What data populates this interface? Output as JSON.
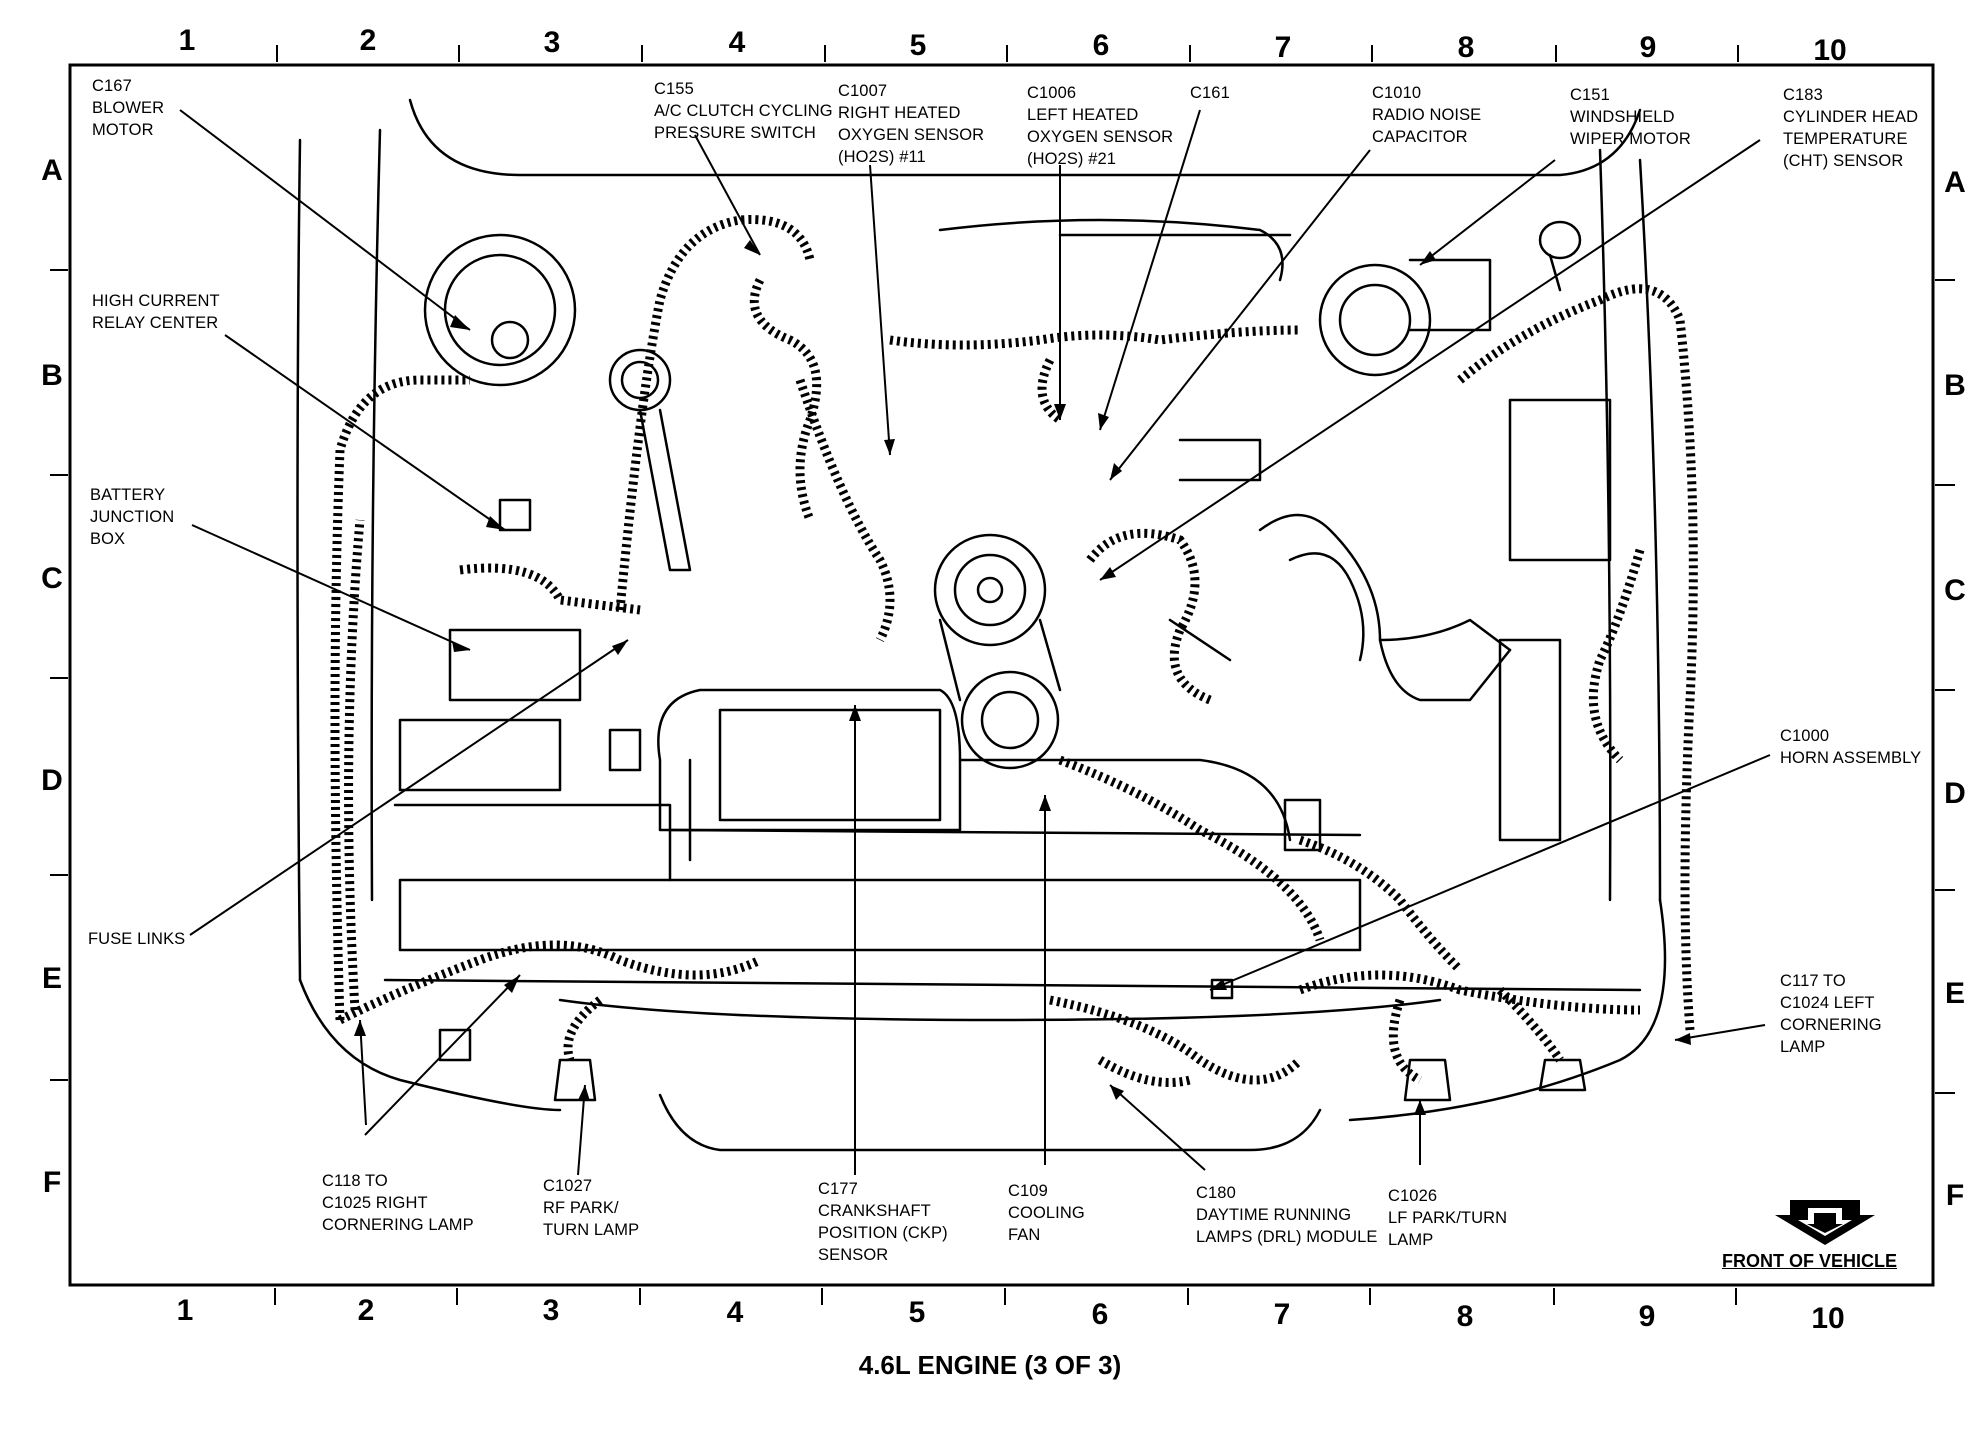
{
  "grid": {
    "columns": [
      "1",
      "2",
      "3",
      "4",
      "5",
      "6",
      "7",
      "8",
      "9",
      "10"
    ],
    "rows": [
      "A",
      "B",
      "C",
      "D",
      "E",
      "F"
    ]
  },
  "callouts": [
    {
      "id": "c167",
      "lines": [
        "C167",
        "BLOWER",
        "MOTOR"
      ]
    },
    {
      "id": "hcrc",
      "lines": [
        "HIGH CURRENT",
        "RELAY CENTER"
      ]
    },
    {
      "id": "bjb",
      "lines": [
        "BATTERY",
        "JUNCTION",
        "BOX"
      ]
    },
    {
      "id": "fuse",
      "lines": [
        "FUSE LINKS"
      ]
    },
    {
      "id": "c118",
      "lines": [
        "C118 TO",
        "C1025 RIGHT",
        "CORNERING LAMP"
      ]
    },
    {
      "id": "c1027",
      "lines": [
        "C1027",
        "RF PARK/",
        "TURN LAMP"
      ]
    },
    {
      "id": "c155",
      "lines": [
        "C155",
        "A/C CLUTCH CYCLING",
        "PRESSURE SWITCH"
      ]
    },
    {
      "id": "c1007",
      "lines": [
        "C1007",
        "RIGHT HEATED",
        "OXYGEN SENSOR",
        "(HO2S) #11"
      ]
    },
    {
      "id": "c1006",
      "lines": [
        "C1006",
        "LEFT HEATED",
        "OXYGEN SENSOR",
        "(HO2S) #21"
      ]
    },
    {
      "id": "c161",
      "lines": [
        "C161"
      ]
    },
    {
      "id": "c1010",
      "lines": [
        "C1010",
        "RADIO NOISE",
        "CAPACITOR"
      ]
    },
    {
      "id": "c151",
      "lines": [
        "C151",
        "WINDSHIELD",
        "WIPER MOTOR"
      ]
    },
    {
      "id": "c183",
      "lines": [
        "C183",
        "CYLINDER HEAD",
        "TEMPERATURE",
        "(CHT) SENSOR"
      ]
    },
    {
      "id": "c1000",
      "lines": [
        "C1000",
        "HORN ASSEMBLY"
      ]
    },
    {
      "id": "c117",
      "lines": [
        "C117 TO",
        "C1024 LEFT",
        "CORNERING",
        "LAMP"
      ]
    },
    {
      "id": "c177",
      "lines": [
        "C177",
        "CRANKSHAFT",
        "POSITION (CKP)",
        "SENSOR"
      ]
    },
    {
      "id": "c109",
      "lines": [
        "C109",
        "COOLING",
        "FAN"
      ]
    },
    {
      "id": "c180",
      "lines": [
        "C180",
        "DAYTIME RUNNING",
        "LAMPS (DRL) MODULE"
      ]
    },
    {
      "id": "c1026",
      "lines": [
        "C1026",
        "LF PARK/TURN",
        "LAMP"
      ]
    }
  ],
  "front_label": "FRONT OF VEHICLE",
  "caption": "4.6L ENGINE (3 OF 3)"
}
